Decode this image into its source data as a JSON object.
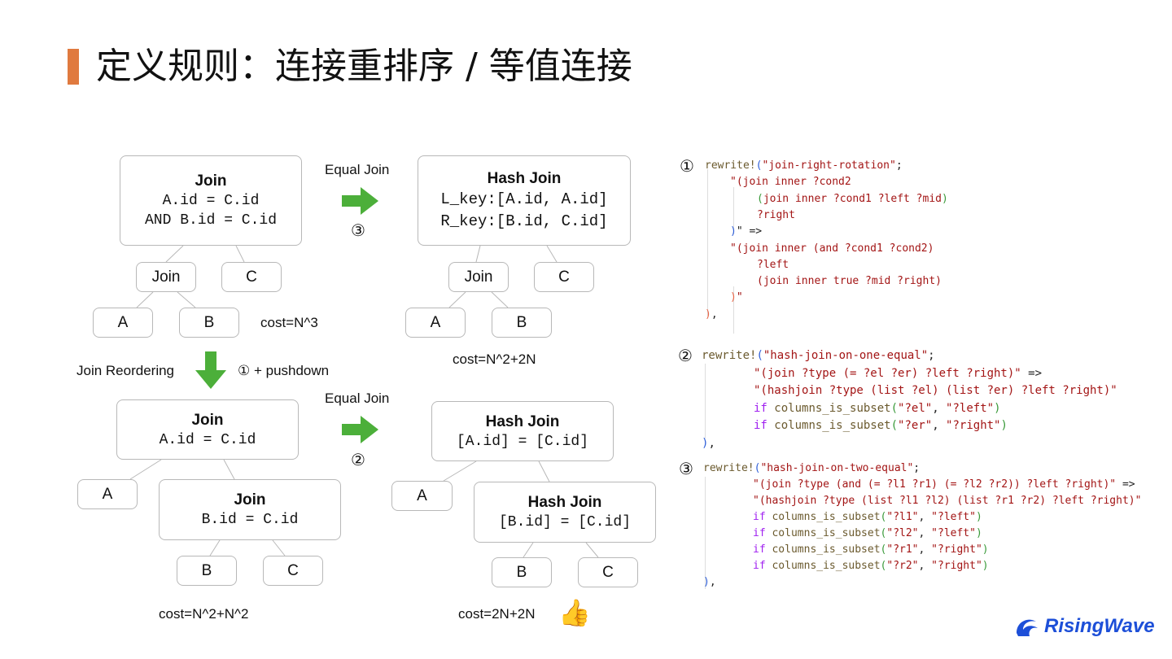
{
  "title": "定义规则：连接重排序 / 等值连接",
  "diagram": {
    "top_left": {
      "join_title": "Join",
      "cond1": "A.id = C.id",
      "cond2": "AND B.id = C.id",
      "sub_join": "Join",
      "c": "C",
      "a": "A",
      "b": "B",
      "cost": "cost=N^3"
    },
    "equal_join_top": {
      "label": "Equal Join",
      "step": "③"
    },
    "top_right": {
      "title": "Hash Join",
      "lkey": "L_key:[A.id, A.id]",
      "rkey": "R_key:[B.id, C.id]",
      "sub_join": "Join",
      "c": "C",
      "a": "A",
      "b": "B",
      "cost": "cost=N^2+2N"
    },
    "reorder": {
      "label": "Join Reordering",
      "step": "① + pushdown"
    },
    "bottom_left": {
      "join_title": "Join",
      "cond": "A.id = C.id",
      "a": "A",
      "inner_title": "Join",
      "inner_cond": "B.id = C.id",
      "b": "B",
      "c": "C",
      "cost": "cost=N^2+N^2"
    },
    "equal_join_bottom": {
      "label": "Equal Join",
      "step": "②"
    },
    "bottom_right": {
      "title": "Hash Join",
      "cond": "[A.id] = [C.id]",
      "a": "A",
      "inner_title": "Hash Join",
      "inner_cond": "[B.id] = [C.id]",
      "b": "B",
      "c": "C",
      "cost": "cost=2N+2N",
      "emoji": "👍"
    }
  },
  "code": [
    {
      "num": "①",
      "lines": [
        [
          [
            0,
            "rewrite!",
            "fn"
          ],
          [
            0,
            "(",
            "p1"
          ],
          [
            0,
            "\"join-right-rotation\"",
            "str"
          ],
          [
            0,
            ";",
            "op"
          ]
        ],
        [
          [
            1,
            "\"(join inner ?cond2",
            "str"
          ]
        ],
        [
          [
            2,
            "(",
            "p2"
          ],
          [
            2,
            "join inner ?cond1 ?left ?mid",
            "str"
          ],
          [
            2,
            ")",
            "p2"
          ]
        ],
        [
          [
            2,
            "?right",
            "str"
          ]
        ],
        [
          [
            1,
            ")",
            "p1"
          ],
          [
            1,
            "\" =>",
            "op"
          ]
        ],
        [
          [
            1,
            "\"(join inner (and ?cond1 ?cond2)",
            "str"
          ]
        ],
        [
          [
            2,
            "?left",
            "str"
          ]
        ],
        [
          [
            2,
            "(join inner true ?mid ?right)",
            "str"
          ]
        ],
        [
          [
            1,
            ")",
            "p3"
          ],
          [
            1,
            "\"",
            "str"
          ]
        ],
        [
          [
            0,
            ")",
            "p3"
          ],
          [
            0,
            ",",
            "op"
          ]
        ]
      ]
    },
    {
      "num": "②",
      "lines": [
        [
          [
            0,
            "rewrite!",
            "fn"
          ],
          [
            0,
            "(",
            "p1"
          ],
          [
            0,
            "\"hash-join-on-one-equal\"",
            "str"
          ],
          [
            0,
            ";",
            "op"
          ]
        ],
        [
          [
            1,
            "\"(join ?type (= ?el ?er) ?left ?right)\"",
            "str"
          ],
          [
            1,
            " =>",
            "op"
          ]
        ],
        [
          [
            1,
            "\"(hashjoin ?type (list ?el) (list ?er) ?left ?right)\"",
            "str"
          ]
        ],
        [
          [
            1,
            "if ",
            "kw"
          ],
          [
            1,
            "columns_is_subset",
            "id"
          ],
          [
            1,
            "(",
            "p2"
          ],
          [
            1,
            "\"?el\"",
            "str"
          ],
          [
            1,
            ", ",
            "op"
          ],
          [
            1,
            "\"?left\"",
            "str"
          ],
          [
            1,
            ")",
            "p2"
          ]
        ],
        [
          [
            1,
            "if ",
            "kw"
          ],
          [
            1,
            "columns_is_subset",
            "id"
          ],
          [
            1,
            "(",
            "p2"
          ],
          [
            1,
            "\"?er\"",
            "str"
          ],
          [
            1,
            ", ",
            "op"
          ],
          [
            1,
            "\"?right\"",
            "str"
          ],
          [
            1,
            ")",
            "p2"
          ]
        ],
        [
          [
            0,
            ")",
            "p1"
          ],
          [
            0,
            ",",
            "op"
          ]
        ]
      ]
    },
    {
      "num": "③",
      "lines": [
        [
          [
            0,
            "rewrite!",
            "fn"
          ],
          [
            0,
            "(",
            "p1"
          ],
          [
            0,
            "\"hash-join-on-two-equal\"",
            "str"
          ],
          [
            0,
            ";",
            "op"
          ]
        ],
        [
          [
            1,
            "\"(join ?type (and (= ?l1 ?r1) (= ?l2 ?r2)) ?left ?right)\"",
            "str"
          ],
          [
            1,
            " =>",
            "op"
          ]
        ],
        [
          [
            1,
            "\"(hashjoin ?type (list ?l1 ?l2) (list ?r1 ?r2) ?left ?right)\"",
            "str"
          ]
        ],
        [
          [
            1,
            "if ",
            "kw"
          ],
          [
            1,
            "columns_is_subset",
            "id"
          ],
          [
            1,
            "(",
            "p2"
          ],
          [
            1,
            "\"?l1\"",
            "str"
          ],
          [
            1,
            ", ",
            "op"
          ],
          [
            1,
            "\"?left\"",
            "str"
          ],
          [
            1,
            ")",
            "p2"
          ]
        ],
        [
          [
            1,
            "if ",
            "kw"
          ],
          [
            1,
            "columns_is_subset",
            "id"
          ],
          [
            1,
            "(",
            "p2"
          ],
          [
            1,
            "\"?l2\"",
            "str"
          ],
          [
            1,
            ", ",
            "op"
          ],
          [
            1,
            "\"?left\"",
            "str"
          ],
          [
            1,
            ")",
            "p2"
          ]
        ],
        [
          [
            1,
            "if ",
            "kw"
          ],
          [
            1,
            "columns_is_subset",
            "id"
          ],
          [
            1,
            "(",
            "p2"
          ],
          [
            1,
            "\"?r1\"",
            "str"
          ],
          [
            1,
            ", ",
            "op"
          ],
          [
            1,
            "\"?right\"",
            "str"
          ],
          [
            1,
            ")",
            "p2"
          ]
        ],
        [
          [
            1,
            "if ",
            "kw"
          ],
          [
            1,
            "columns_is_subset",
            "id"
          ],
          [
            1,
            "(",
            "p2"
          ],
          [
            1,
            "\"?r2\"",
            "str"
          ],
          [
            1,
            ", ",
            "op"
          ],
          [
            1,
            "\"?right\"",
            "str"
          ],
          [
            1,
            ")",
            "p2"
          ]
        ],
        [
          [
            0,
            ")",
            "p1"
          ],
          [
            0,
            ",",
            "op"
          ]
        ]
      ]
    }
  ],
  "logo": {
    "text": "RisingWave"
  },
  "colors": {
    "accent": "#e07a3f",
    "arrow": "#4caf3a",
    "brand": "#1d4fd8"
  }
}
